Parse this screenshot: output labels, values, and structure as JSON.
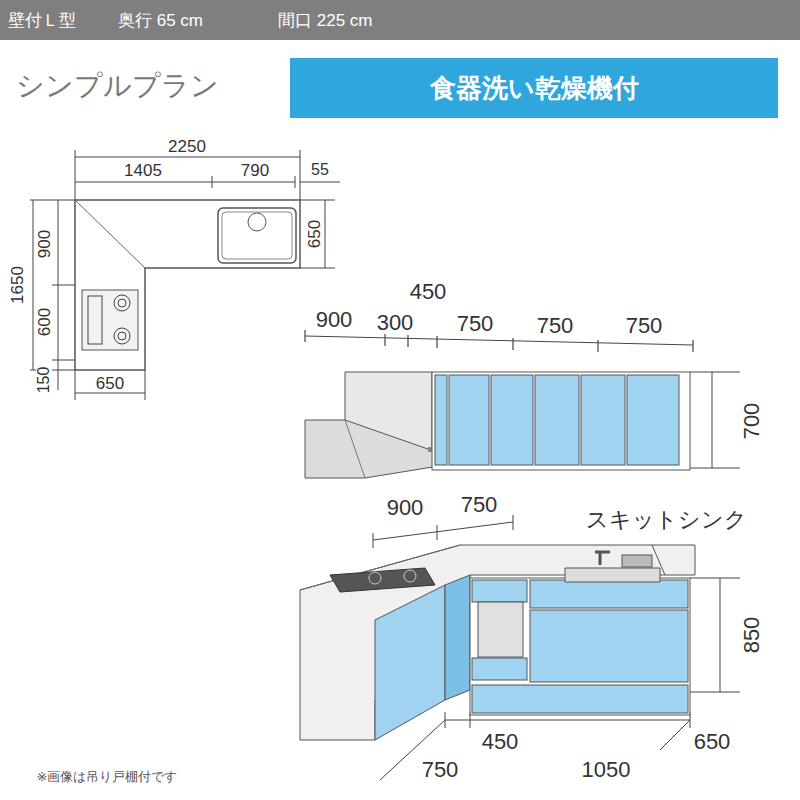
{
  "diagram": {
    "title": "シンプルプラン",
    "nodes": [
      {
        "text": [
          "壁付Ｌ型",
          "奥行 65 cm",
          "間口 225 cm"
        ]
      },
      {
        "text": [
          "食器洗い乾燥機付"
        ]
      }
    ],
    "labels": [
      "2250",
      "1405",
      "790",
      "55",
      "650",
      "900",
      "1650",
      "600",
      "150",
      "650",
      "900",
      "300",
      "450",
      "750",
      "750",
      "750",
      "700",
      "900",
      "750",
      "スキットシンク",
      "850",
      "750",
      "450",
      "1050",
      "650",
      "※画像は吊り戸棚付です"
    ]
  }
}
